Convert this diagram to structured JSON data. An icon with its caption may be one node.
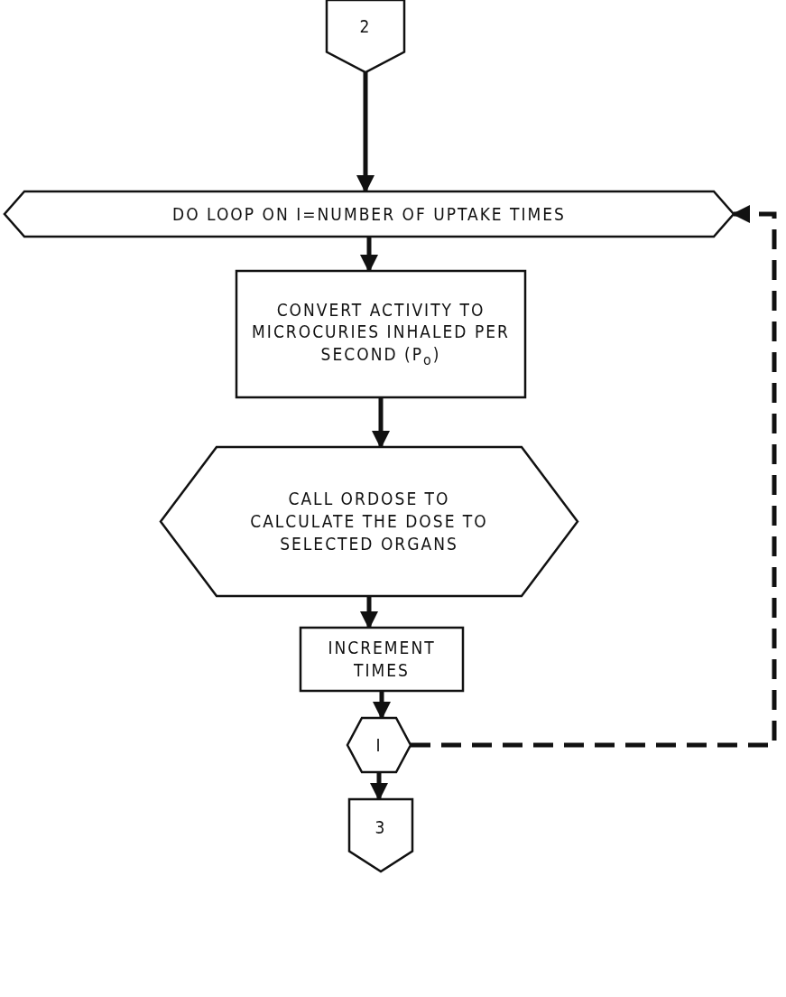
{
  "diagram": {
    "nodes": [
      {
        "text": [
          "2"
        ]
      },
      {
        "text": [
          "DO LOOP ON I=NUMBER OF UPTAKE TIMES"
        ]
      },
      {
        "text": [
          "CONVERT ACTIVITY TO MICROCURIES INHALED PER SECOND (P$_{o}$)"
        ]
      },
      {
        "text": [
          "CALL ORDOSE TO CALCULATE THE DOSE TO SELECTED ORGANS"
        ]
      },
      {
        "text": [
          "INCREMENT TIMES"
        ]
      },
      {
        "text": [
          "I"
        ]
      },
      {
        "text": [
          "3"
        ]
      }
    ],
    "edges": [
      {
        "from": 0,
        "to": 1,
        "arrow": "to"
      },
      {
        "from": 1,
        "to": 2,
        "arrow": "to"
      },
      {
        "from": 2,
        "to": 3,
        "arrow": "to"
      },
      {
        "from": 3,
        "to": 4,
        "arrow": "to"
      },
      {
        "from": 4,
        "to": 5,
        "arrow": "to"
      },
      {
        "from": 5,
        "to": 6,
        "arrow": "to"
      },
      {
        "from": 5,
        "to": 1,
        "arrow": "to",
        "style": "dashed"
      }
    ]
  }
}
